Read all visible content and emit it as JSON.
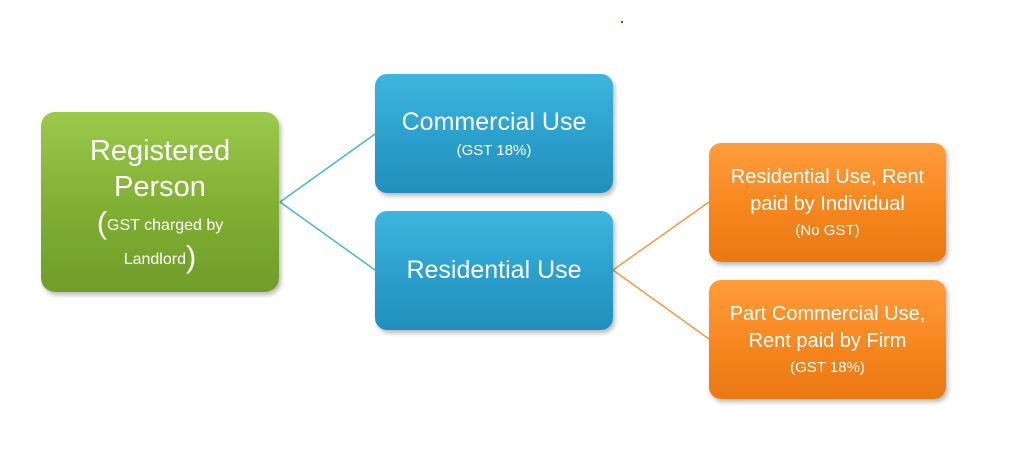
{
  "diagram": {
    "colors": {
      "root": "#8ab73c",
      "level1": "#2ea6d2",
      "level2": "#f58220",
      "connector_blue": "#4bb4d6",
      "connector_orange": "#f29a45"
    },
    "root": {
      "title_line1": "Registered",
      "title_line2": "Person",
      "paren_open": "(",
      "paren_close": ")",
      "sub_line1": "GST charged by",
      "sub_line2": "Landlord"
    },
    "commercial": {
      "title": "Commercial Use",
      "sub": "(GST 18%)"
    },
    "residential": {
      "title": "Residential Use"
    },
    "res_individual": {
      "line1": "Residential Use, Rent",
      "line2": "paid by Individual",
      "sub": "(No GST)"
    },
    "part_commercial": {
      "line1": "Part Commercial Use,",
      "line2": "Rent paid by Firm",
      "sub": "(GST 18%)"
    }
  }
}
